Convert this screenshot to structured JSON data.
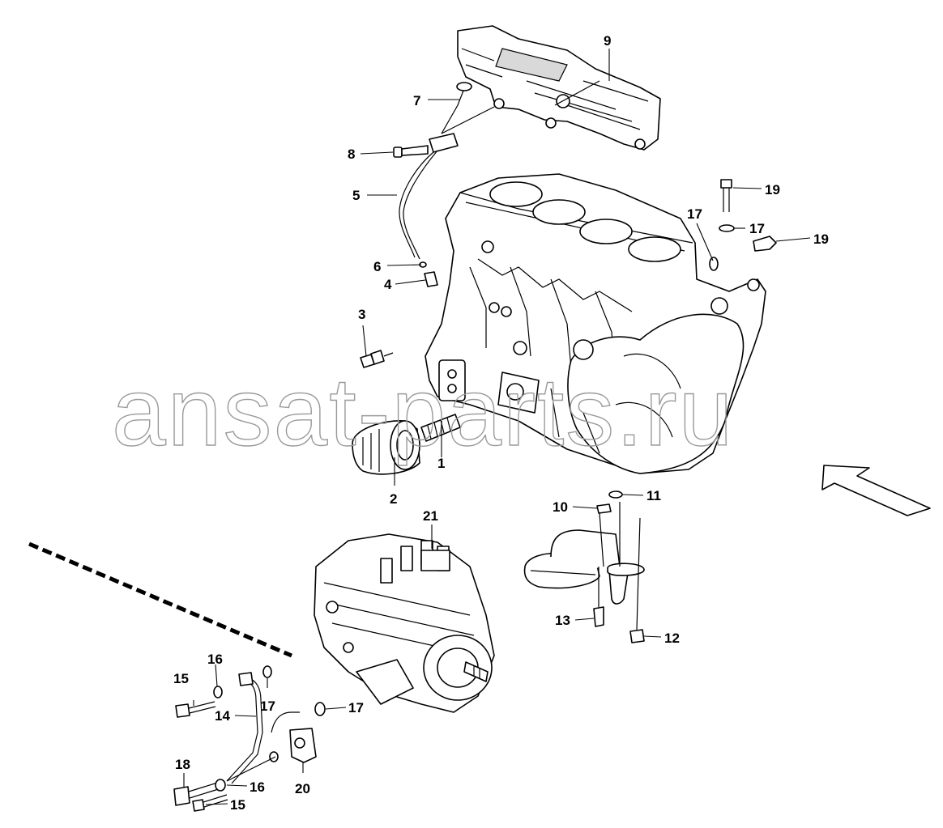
{
  "watermark": "ansat-parts.ru",
  "callouts": [
    {
      "id": "c1",
      "label": "1"
    },
    {
      "id": "c2",
      "label": "2"
    },
    {
      "id": "c3",
      "label": "3"
    },
    {
      "id": "c4",
      "label": "4"
    },
    {
      "id": "c5",
      "label": "5"
    },
    {
      "id": "c6",
      "label": "6"
    },
    {
      "id": "c7",
      "label": "7"
    },
    {
      "id": "c8",
      "label": "8"
    },
    {
      "id": "c9",
      "label": "9"
    },
    {
      "id": "c10",
      "label": "10"
    },
    {
      "id": "c11",
      "label": "11"
    },
    {
      "id": "c12",
      "label": "12"
    },
    {
      "id": "c13",
      "label": "13"
    },
    {
      "id": "c14",
      "label": "14"
    },
    {
      "id": "c15a",
      "label": "15"
    },
    {
      "id": "c15b",
      "label": "15"
    },
    {
      "id": "c16a",
      "label": "16"
    },
    {
      "id": "c16b",
      "label": "16"
    },
    {
      "id": "c17a",
      "label": "17"
    },
    {
      "id": "c17b",
      "label": "17"
    },
    {
      "id": "c17c",
      "label": "17"
    },
    {
      "id": "c17d",
      "label": "17"
    },
    {
      "id": "c18",
      "label": "18"
    },
    {
      "id": "c19a",
      "label": "19"
    },
    {
      "id": "c19b",
      "label": "19"
    },
    {
      "id": "c20",
      "label": "20"
    },
    {
      "id": "c21",
      "label": "21"
    }
  ]
}
